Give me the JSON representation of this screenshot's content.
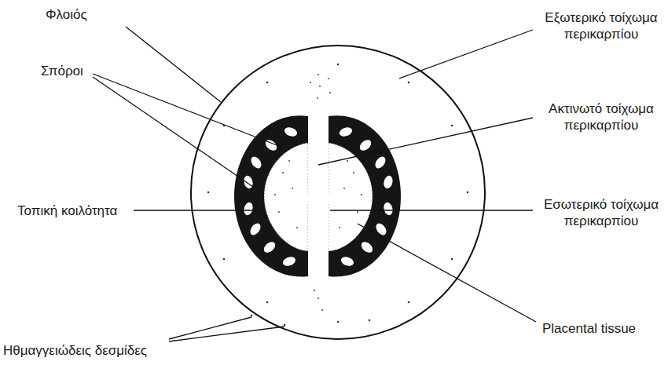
{
  "diagram": {
    "labels": [
      "Φλοιός",
      "Σπόροι",
      "Τοπική κοιλότητα",
      "Ηθμαγγειώδεις δεσμίδες",
      "Εξωτερικό τοίχωμα περικαρπίου",
      "Ακτινωτό τοίχωμα περικαρπίου",
      "Εσωτερικό τοίχωμα περικαρπίου",
      "Placental tissue"
    ]
  }
}
